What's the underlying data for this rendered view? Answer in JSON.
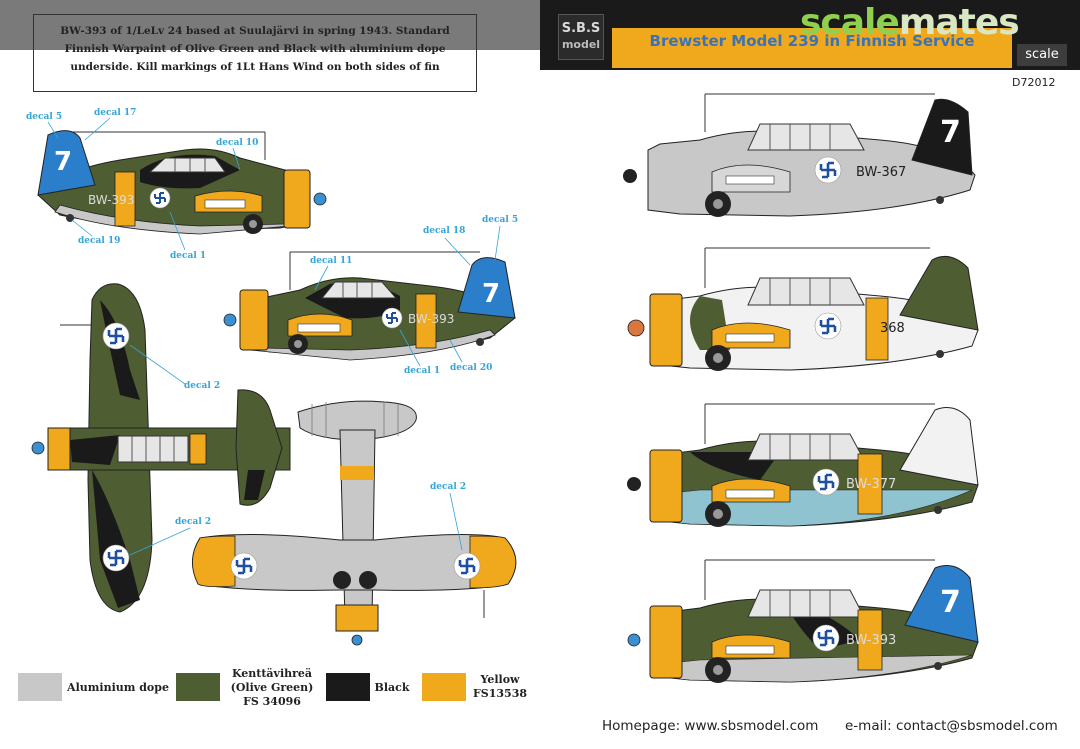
{
  "header": {
    "description": "BW-393 of 1/LeLv 24 based at Suulajärvi in spring 1943. Standard Finnish Warpaint of Olive Green and Black with aluminium dope underside. Kill markings of 1Lt Hans Wind on both sides of fin",
    "brand_line1": "S.B.S",
    "brand_line2": "model",
    "product_title": "Brewster Model 239 in Finnish Service",
    "product_code": "D72012"
  },
  "watermark": {
    "part1": "scale",
    "part2": "mates",
    "badge": "scale"
  },
  "callouts": {
    "decal5_a": "decal 5",
    "decal17": "decal 17",
    "decal10": "decal 10",
    "decal19": "decal 19",
    "decal1_a": "decal 1",
    "decal18": "decal 18",
    "decal5_b": "decal 5",
    "decal11": "decal 11",
    "decal1_b": "decal 1",
    "decal20": "decal 20",
    "decal2_a": "decal 2",
    "decal2_b": "decal 2",
    "decal2_c": "decal 2"
  },
  "aircraft_codes": {
    "left_top": "BW-393",
    "left_mid": "BW-393",
    "right1": "BW-367",
    "right2": "368",
    "right3": "BW-377",
    "right4": "BW-393",
    "fin1": "7",
    "fin4": "7",
    "fin_left_top": "7",
    "fin_left_mid": "7"
  },
  "legend": [
    {
      "label": "Aluminium dope",
      "color": "#c8c8c8"
    },
    {
      "label": "Kenttävihreä\n(Olive Green)\nFS 34096",
      "color": "#4f5d33"
    },
    {
      "label": "Black",
      "color": "#1a1a1a"
    },
    {
      "label": "Yellow\nFS13538",
      "color": "#f0a81d"
    }
  ],
  "footer": {
    "homepage": "Homepage: www.sbsmodel.com",
    "email": "e-mail: contact@sbsmodel.com"
  }
}
